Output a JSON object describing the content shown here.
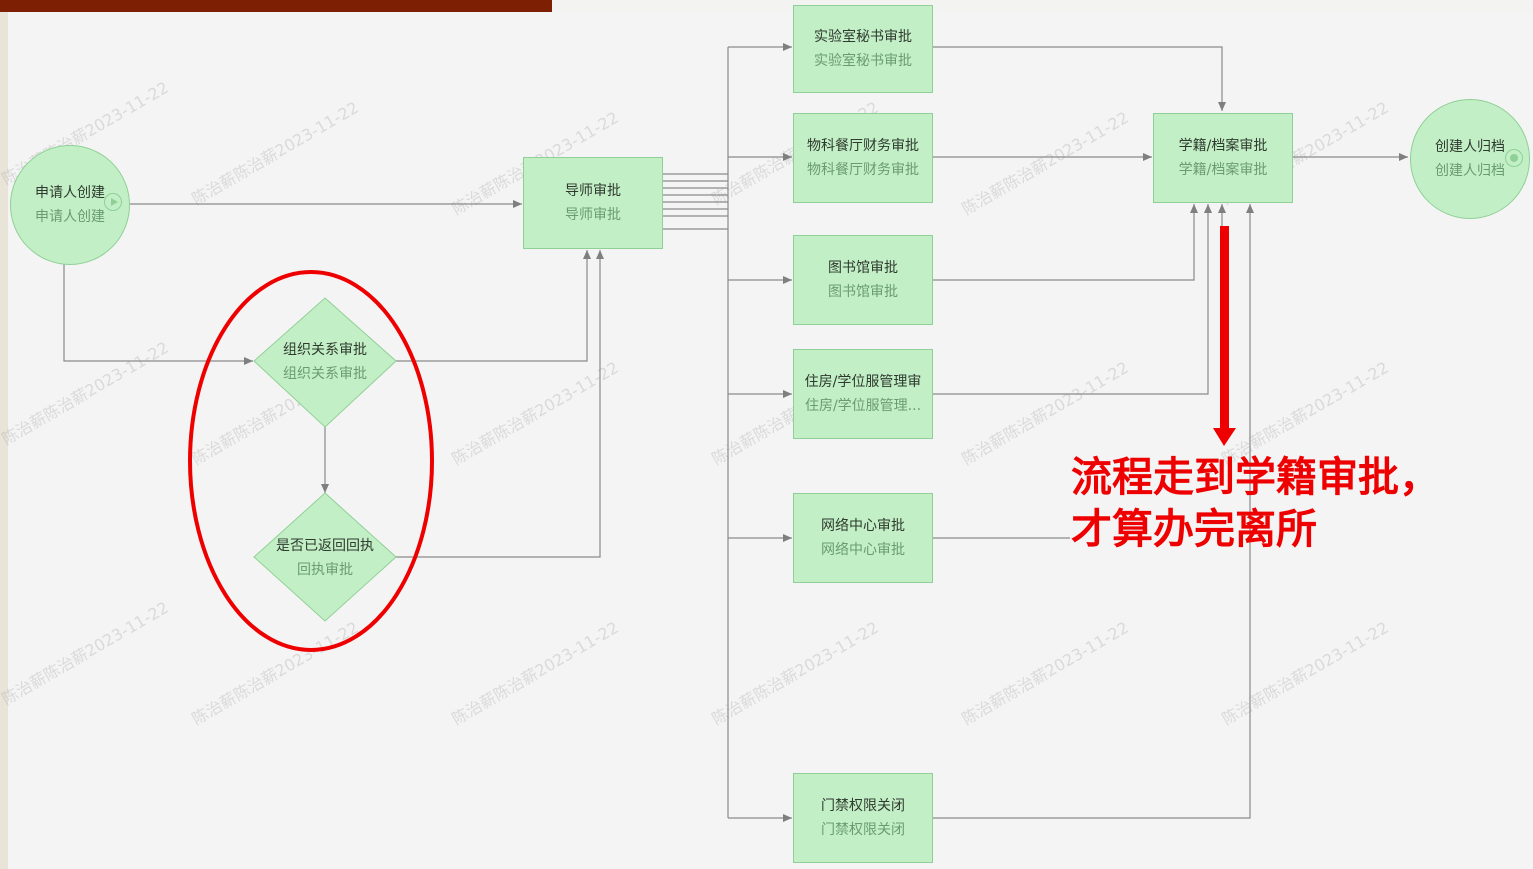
{
  "nodes": {
    "start": {
      "title": "申请人创建",
      "subtitle": "申请人创建"
    },
    "advisor": {
      "title": "导师审批",
      "subtitle": "导师审批"
    },
    "org": {
      "title": "组织关系审批",
      "subtitle": "组织关系审批"
    },
    "receipt": {
      "title": "是否已返回回执",
      "subtitle": "回执审批"
    },
    "lab": {
      "title": "实验室秘书审批",
      "subtitle": "实验室秘书审批"
    },
    "materials": {
      "title": "物科餐厅财务审批",
      "subtitle": "物科餐厅财务审批"
    },
    "library": {
      "title": "图书馆审批",
      "subtitle": "图书馆审批"
    },
    "housing": {
      "title": "住房/学位服管理审",
      "subtitle": "住房/学位服管理..."
    },
    "network": {
      "title": "网络中心审批",
      "subtitle": "网络中心审批"
    },
    "access": {
      "title": "门禁权限关闭",
      "subtitle": "门禁权限关闭"
    },
    "registry": {
      "title": "学籍/档案审批",
      "subtitle": "学籍/档案审批"
    },
    "end": {
      "title": "创建人归档",
      "subtitle": "创建人归档"
    }
  },
  "callout": {
    "line1": "流程走到学籍审批，",
    "line2": "才算办完离所"
  },
  "watermark": "陈治薪陈治薪2023-11-22",
  "colors": {
    "node_fill": "#c3efc6",
    "node_border": "#8fd096",
    "highlight_red": "#ee0000",
    "top_bar": "#7d1f02"
  },
  "icons": [
    "play-icon",
    "stop-icon",
    "arrow-down-icon"
  ]
}
